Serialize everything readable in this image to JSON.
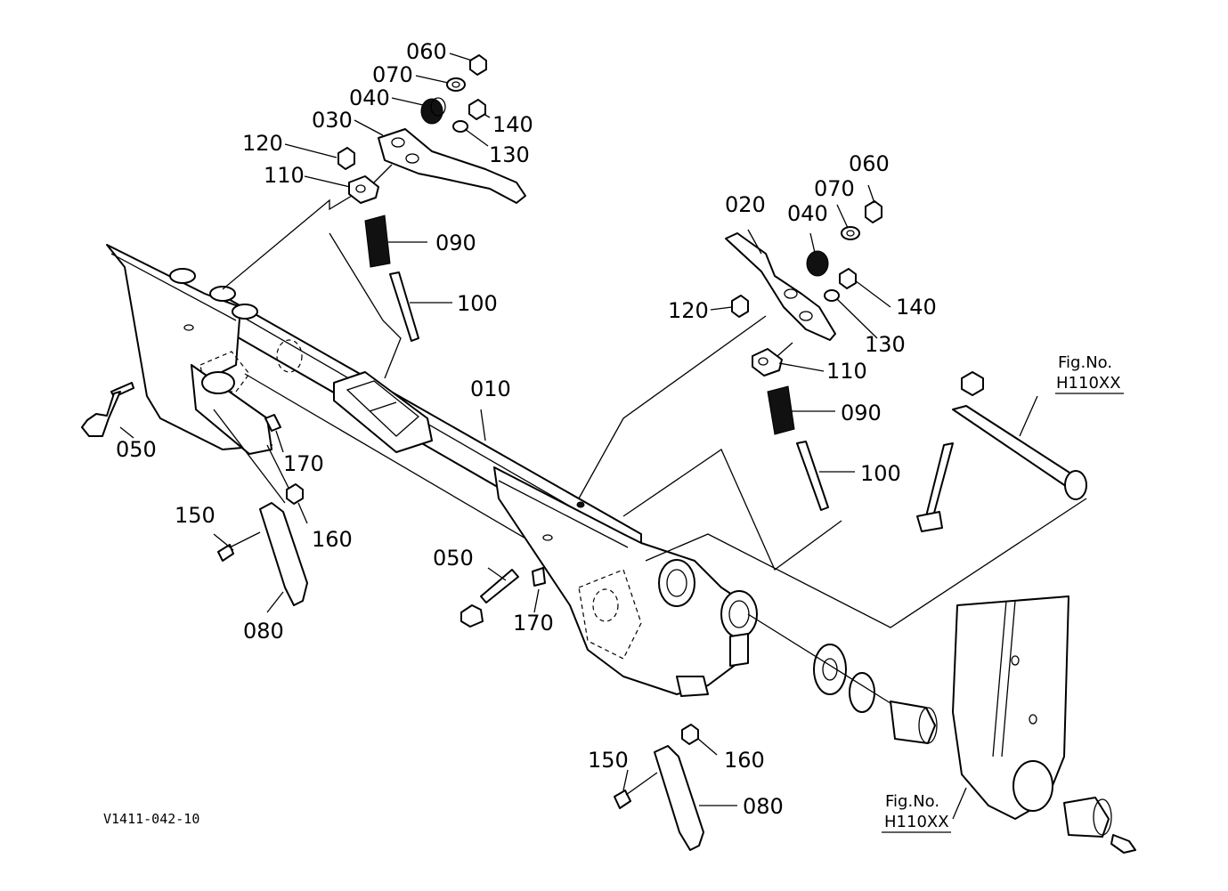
{
  "figure_code": "V1411-042-10",
  "callouts": {
    "c010": "010",
    "c020": "020",
    "c030": "030",
    "c040_l": "040",
    "c040_r": "040",
    "c050_l": "050",
    "c050_r": "050",
    "c060_l": "060",
    "c060_r": "060",
    "c070_l": "070",
    "c070_r": "070",
    "c080_l": "080",
    "c080_r": "080",
    "c090_l": "090",
    "c090_r": "090",
    "c100_l": "100",
    "c100_r": "100",
    "c110_l": "110",
    "c110_r": "110",
    "c120_l": "120",
    "c120_r": "120",
    "c130_l": "130",
    "c130_r": "130",
    "c140_l": "140",
    "c140_r": "140",
    "c150_l": "150",
    "c150_r": "150",
    "c160_l": "160",
    "c160_r": "160",
    "c170_l": "170",
    "c170_r": "170"
  },
  "figref_top": {
    "label": "Fig.No.",
    "code": "H110XX"
  },
  "figref_bottom": {
    "label": "Fig.No.",
    "code": "H110XX"
  }
}
